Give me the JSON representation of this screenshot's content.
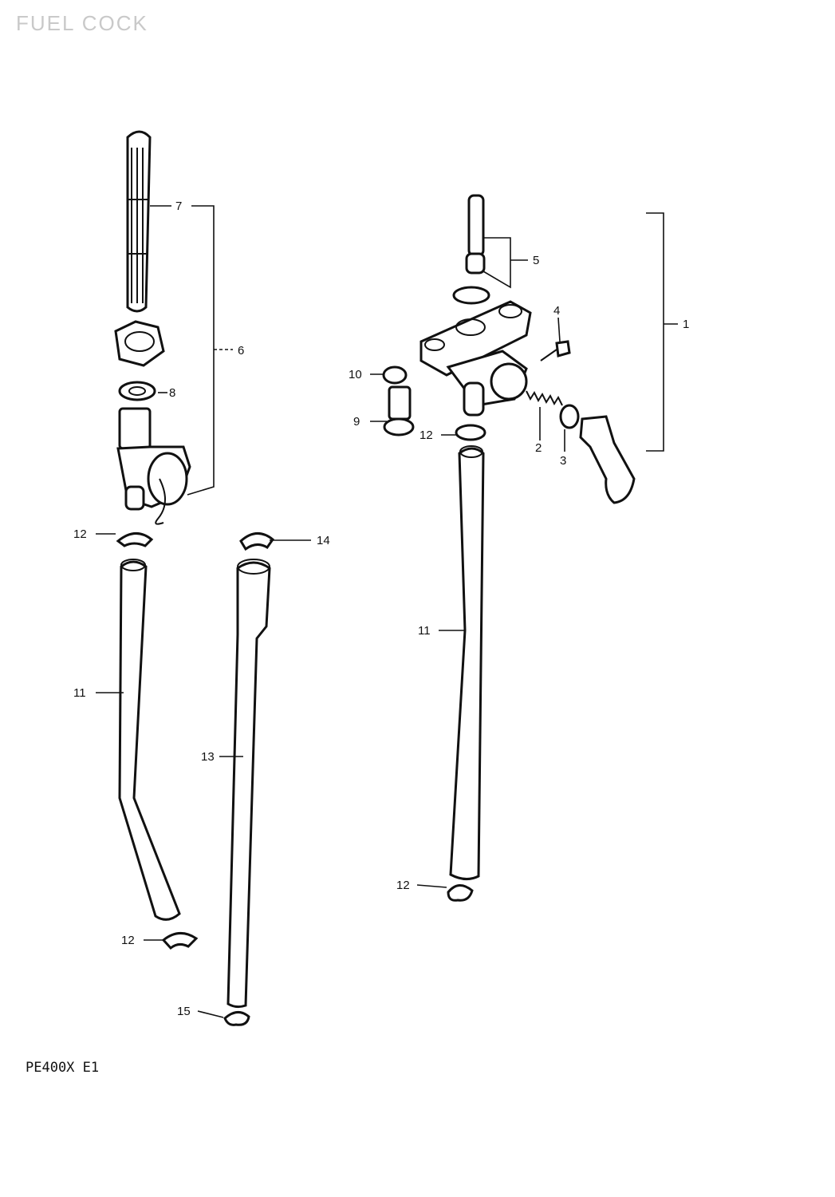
{
  "header": {
    "title": "FUEL COCK"
  },
  "footer": {
    "model_code": "PE400X E1"
  },
  "callouts": {
    "c1": "1",
    "c2": "2",
    "c3": "3",
    "c4": "4",
    "c5": "5",
    "c6": "6",
    "c7": "7",
    "c8": "8",
    "c9": "9",
    "c10": "10",
    "c11a": "11",
    "c11b": "11",
    "c12a": "12",
    "c12b": "12",
    "c12c": "12",
    "c12d": "12",
    "c13": "13",
    "c14": "14",
    "c15": "15"
  }
}
